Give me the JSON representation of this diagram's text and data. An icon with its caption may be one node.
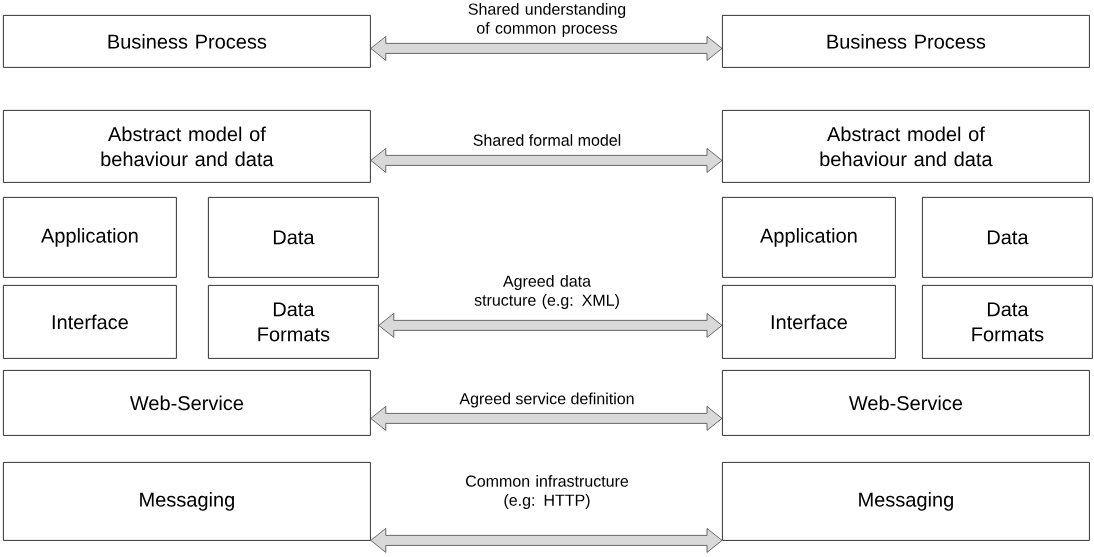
{
  "diagram": {
    "nodes": [
      {
        "text": [
          "Business Process"
        ]
      },
      {
        "text": [
          "Abstract model of behaviour and data"
        ]
      },
      {
        "text": [
          "Application"
        ]
      },
      {
        "text": [
          "Data"
        ]
      },
      {
        "text": [
          "Interface"
        ]
      },
      {
        "text": [
          "Data Formats"
        ]
      },
      {
        "text": [
          "Web-Service"
        ]
      },
      {
        "text": [
          "Messaging"
        ]
      },
      {
        "text": [
          "Business Process"
        ]
      },
      {
        "text": [
          "Abstract model of behaviour and data"
        ]
      },
      {
        "text": [
          "Application"
        ]
      },
      {
        "text": [
          "Data"
        ]
      },
      {
        "text": [
          "Interface"
        ]
      },
      {
        "text": [
          "Data Formats"
        ]
      },
      {
        "text": [
          "Web-Service"
        ]
      },
      {
        "text": [
          "Messaging"
        ]
      }
    ],
    "edges": [
      {
        "from": 0,
        "to": 8,
        "arrow": "both",
        "label": "Shared understanding of common process"
      },
      {
        "from": 1,
        "to": 9,
        "arrow": "both",
        "label": "Shared formal model"
      },
      {
        "from": 5,
        "to": 12,
        "arrow": "both",
        "label": "Agreed data structure (e.g: XML)"
      },
      {
        "from": 6,
        "to": 14,
        "arrow": "both",
        "label": "Agreed service definition"
      },
      {
        "from": 7,
        "to": 15,
        "arrow": "both",
        "label": "Common infrastructure (e.g: HTTP)"
      }
    ]
  }
}
